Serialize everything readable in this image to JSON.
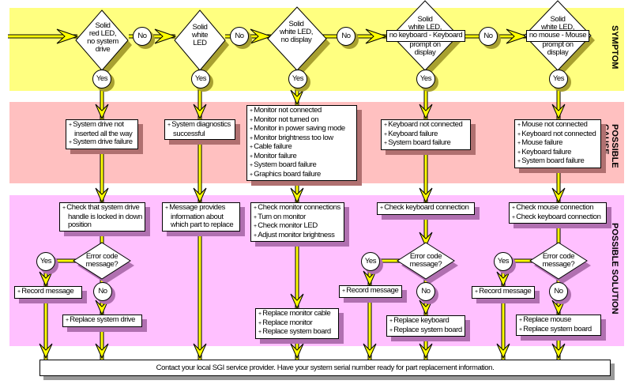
{
  "bands": {
    "symptom": "SYMPTOM",
    "cause": "POSSIBLE CAUSE",
    "solution": "POSSIBLE SOLUTION"
  },
  "colors": {
    "symptom_band": "#ffff80",
    "cause_band": "#ffc0c0",
    "solution_band": "#ffc0ff",
    "connector": "#ffff00"
  },
  "labels": {
    "yes": "Yes",
    "no": "No"
  },
  "symptoms": [
    {
      "l1": "Solid",
      "l2": "red LED,",
      "l3": "no system",
      "l4": "drive"
    },
    {
      "l1": "Solid",
      "l2": "white",
      "l3": "LED"
    },
    {
      "l1": "Solid",
      "l2": "white LED,",
      "l3": "no display"
    },
    {
      "l1": "Solid",
      "l2": "white LED,",
      "l3": "no keyboard - Keyboard",
      "l4": "prompt on",
      "l5": "display"
    },
    {
      "l1": "Solid",
      "l2": "white LED,",
      "l3": "no mouse - Mouse",
      "l4": "prompt on",
      "l5": "display"
    }
  ],
  "causes": [
    [
      "System drive not inserted all the way",
      "System drive failure"
    ],
    [
      "System diagnostics successful"
    ],
    [
      "Monitor not connected",
      "Monitor not turned on",
      "Monitor in power saving mode",
      "Monitor brightness too low",
      "Cable failure",
      "Monitor failure",
      "System board failure",
      "Graphics board failure"
    ],
    [
      "Keyboard not connected",
      "Keyboard failure",
      "System board failure"
    ],
    [
      "Mouse not connected",
      "Keyboard not connected",
      "Mouse failure",
      "Keyboard failure",
      "System board failure"
    ]
  ],
  "solutions": [
    [
      "Check that system drive handle is locked in down position"
    ],
    [
      "Message provides information about which part to replace"
    ],
    [
      "Check monitor connections",
      "Turn on monitor",
      "Check monitor LED",
      "Adjust monitor brightness"
    ],
    [
      "Check keyboard connection"
    ],
    [
      "Check mouse connection",
      "Check keyboard connection"
    ]
  ],
  "error_question": {
    "l1": "Error code",
    "l2": "message?"
  },
  "record_message": "Record message",
  "replacements": [
    [
      "Replace system drive"
    ],
    [
      "Replace monitor cable",
      "Replace monitor",
      "Replace system board"
    ],
    [
      "Replace keyboard",
      "Replace system board"
    ],
    [
      "Replace mouse",
      "Replace system board"
    ]
  ],
  "footer": "Contact your local SGI service provider.  Have your system serial number ready for part replacement information."
}
